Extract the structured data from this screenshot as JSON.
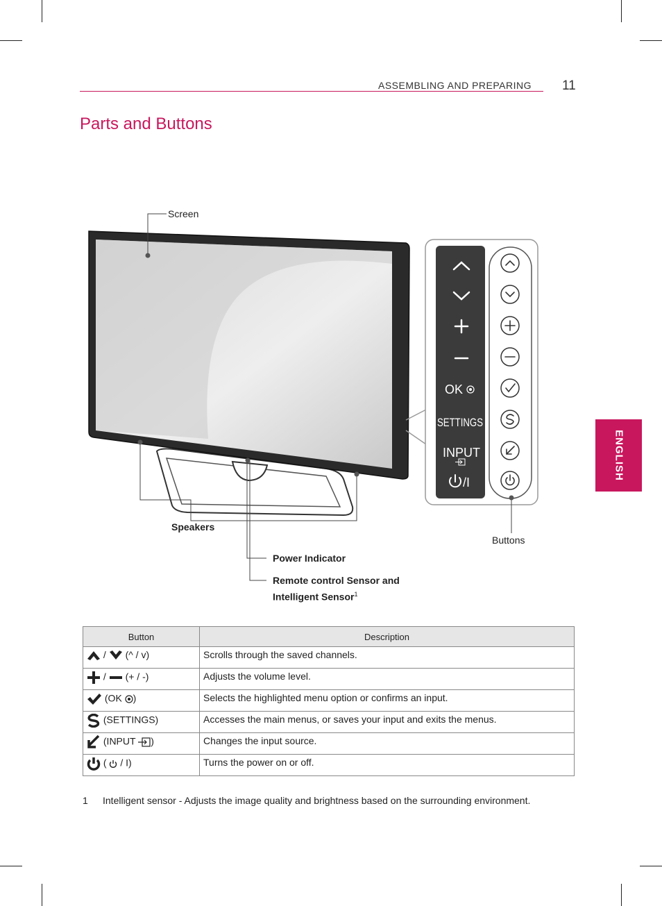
{
  "header": {
    "section": "ASSEMBLING AND PREPARING",
    "page_number": "11"
  },
  "title": "Parts and Buttons",
  "side_tab": "ENGLISH",
  "callouts": {
    "screen": "Screen",
    "speakers": "Speakers",
    "buttons": "Buttons",
    "power_indicator": "Power Indicator",
    "remote_sensor_line1": "Remote control Sensor and",
    "remote_sensor_line2": "Intelligent Sensor",
    "remote_sensor_sup": "1"
  },
  "panel_labels": {
    "ok": "OK",
    "settings": "SETTINGS",
    "input": "INPUT",
    "power": "/I"
  },
  "table": {
    "headers": [
      "Button",
      "Description"
    ],
    "rows": [
      {
        "button_sep": "/",
        "button_text": "(^ / v)",
        "description": "Scrolls through the saved channels."
      },
      {
        "button_sep": "/",
        "button_text": "(+ / -)",
        "description": "Adjusts the volume level."
      },
      {
        "button_text": "(OK",
        "button_text_end": ")",
        "description": "Selects the highlighted menu option or confirms an input."
      },
      {
        "button_text": "(SETTINGS)",
        "description": "Accesses the main menus, or saves your input and exits the menus."
      },
      {
        "button_text": "(INPUT",
        "button_text_end": ")",
        "description": "Changes the input source."
      },
      {
        "button_text": "(",
        "button_text_end": "/ I)",
        "description": "Turns the power on or off."
      }
    ]
  },
  "footnote": {
    "number": "1",
    "text": "Intelligent sensor - Adjusts the image quality and brightness based on the surrounding environment."
  },
  "colors": {
    "accent": "#c8175d",
    "panel_dark": "#3b3b3b",
    "table_header": "#e6e6e6"
  }
}
